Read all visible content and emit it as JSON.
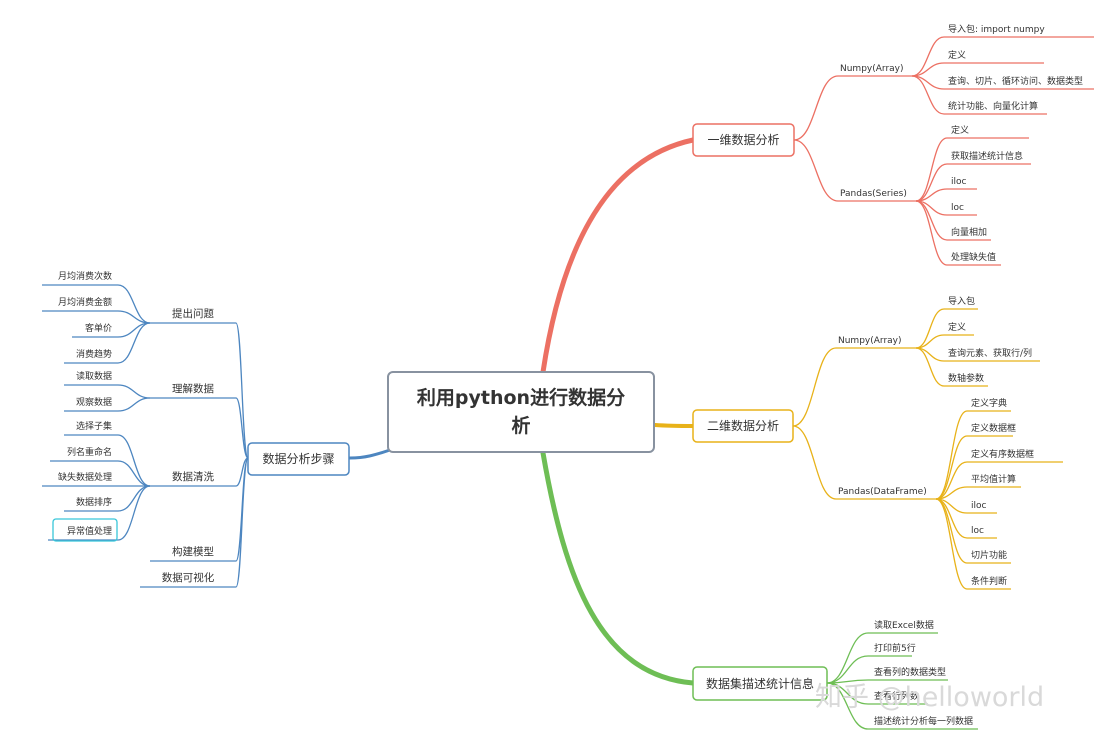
{
  "root": {
    "title_line1": "利用python进行数据分",
    "title_line2": "析"
  },
  "colors": {
    "blue": "#4d86c0",
    "red": "#ec7063",
    "yellow": "#e8b219",
    "green": "#6ebe55",
    "root_border": "#8892a0",
    "highlight": "#38c6d9"
  },
  "left": {
    "label": "数据分析步骤",
    "groups": [
      {
        "label": "提出问题",
        "items": [
          "月均消费次数",
          "月均消费金额",
          "客单价",
          "消费趋势"
        ]
      },
      {
        "label": "理解数据",
        "items": [
          "读取数据",
          "观察数据"
        ]
      },
      {
        "label": "数据清洗",
        "items": [
          "选择子集",
          "列名重命名",
          "缺失数据处理",
          "数据排序",
          "异常值处理"
        ]
      },
      {
        "label": "构建模型",
        "items": []
      },
      {
        "label": "数据可视化",
        "items": []
      }
    ]
  },
  "right_top": {
    "label": "一维数据分析",
    "groups": [
      {
        "label": "Numpy(Array)",
        "items": [
          "导入包: import numpy",
          "定义",
          "查询、切片、循环访问、数据类型",
          "统计功能、向量化计算"
        ]
      },
      {
        "label": "Pandas(Series)",
        "items": [
          "定义",
          "获取描述统计信息",
          "iloc",
          "loc",
          "向量相加",
          "处理缺失值"
        ]
      }
    ]
  },
  "right_mid": {
    "label": "二维数据分析",
    "groups": [
      {
        "label": "Numpy(Array)",
        "items": [
          "导入包",
          "定义",
          "查询元素、获取行/列",
          "数轴参数"
        ]
      },
      {
        "label": "Pandas(DataFrame)",
        "items": [
          "定义字典",
          "定义数据框",
          "定义有序数据框",
          "平均值计算",
          "iloc",
          "loc",
          "切片功能",
          "条件判断"
        ]
      }
    ]
  },
  "right_bottom": {
    "label": "数据集描述统计信息",
    "items": [
      "读取Excel数据",
      "打印前5行",
      "查看列的数据类型",
      "查看行列数",
      "描述统计分析每一列数据"
    ]
  },
  "watermark": "知乎 @helloworld"
}
